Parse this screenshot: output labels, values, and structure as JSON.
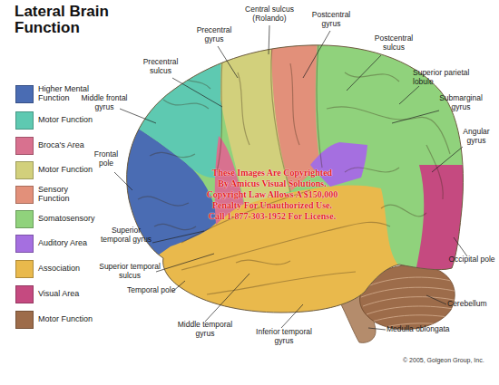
{
  "diagram": {
    "title": "Lateral Brain Function",
    "labels": [
      "Central sulcus (Rolando)",
      "Postcentral gyrus",
      "Precentral gyrus",
      "Postcentral sulcus",
      "Precentral sulcus",
      "Superior parietal lobule",
      "Middle frontal gyrus",
      "Submarginal gyrus",
      "Angular gyrus",
      "Frontal pole",
      "These Images Are Copyrighted",
      "By Amicus Visual Solutions.",
      "Copyright Law Allows A $150,000",
      "Penalty For Unauthorized Use.",
      "Call 1-877-303-1952 For License.",
      "Superior temporal gyrus",
      "Occipital pole",
      "Superior temporal sulcus",
      "Temporal pole",
      "Cerebellum",
      "Middle temporal gyrus",
      "Medulla oblongata",
      "Inferior temporal gyrus",
      "© 2005, Golgeon Group, Inc."
    ],
    "legend": [
      {
        "text": "Higher Mental Function",
        "color": "#4a6cb3"
      },
      {
        "text": "Motor Function",
        "color": "#5ec9b1"
      },
      {
        "text": "Broca's Area",
        "color": "#d8718f"
      },
      {
        "text": "Motor Function",
        "color": "#d2d07c"
      },
      {
        "text": "Sensory Function",
        "color": "#e2907a"
      },
      {
        "text": "Somatosensory",
        "color": "#90d27c"
      },
      {
        "text": "Auditory Area",
        "color": "#a56fe0"
      },
      {
        "text": "Association",
        "color": "#e9b94c"
      },
      {
        "text": "Visual Area",
        "color": "#c54a80"
      },
      {
        "text": "Motor Function",
        "color": "#9d6c4a"
      }
    ]
  }
}
